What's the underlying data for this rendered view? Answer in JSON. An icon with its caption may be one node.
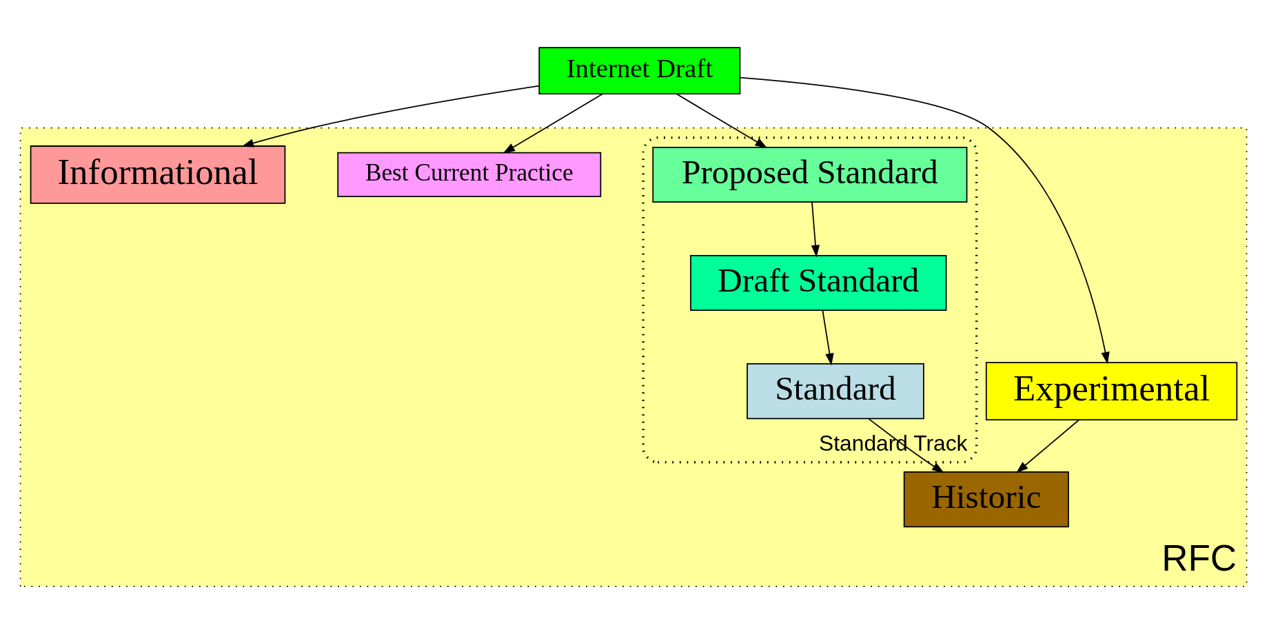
{
  "diagram": {
    "nodes": [
      {
        "text": [
          "Internet Draft"
        ]
      },
      {
        "text": [
          "RFC"
        ]
      },
      {
        "text": [
          "Best Current Practice"
        ],
        "in": 1
      },
      {
        "text": [
          "Experimental"
        ],
        "in": 1
      },
      {
        "text": [
          "Informational"
        ],
        "in": 1
      },
      {
        "text": [
          "Standard Track"
        ],
        "in": 1
      },
      {
        "text": [
          "Proposed Standard"
        ],
        "in": 5
      },
      {
        "text": [
          "Draft Standard"
        ],
        "in": 5
      },
      {
        "text": [
          "Standard"
        ],
        "in": 5
      },
      {
        "text": [
          "Historic"
        ],
        "in": 1
      }
    ],
    "edges": [
      {
        "from": 0,
        "to": 2,
        "arrow": "to"
      },
      {
        "from": 0,
        "to": 3,
        "arrow": "to"
      },
      {
        "from": 0,
        "to": 4,
        "arrow": "to"
      },
      {
        "from": 0,
        "to": 6,
        "arrow": "to"
      },
      {
        "from": 6,
        "to": 7,
        "arrow": "to"
      },
      {
        "from": 7,
        "to": 8,
        "arrow": "to"
      },
      {
        "from": 8,
        "to": 9,
        "arrow": "to"
      },
      {
        "from": 3,
        "to": 9,
        "arrow": "to"
      }
    ]
  }
}
